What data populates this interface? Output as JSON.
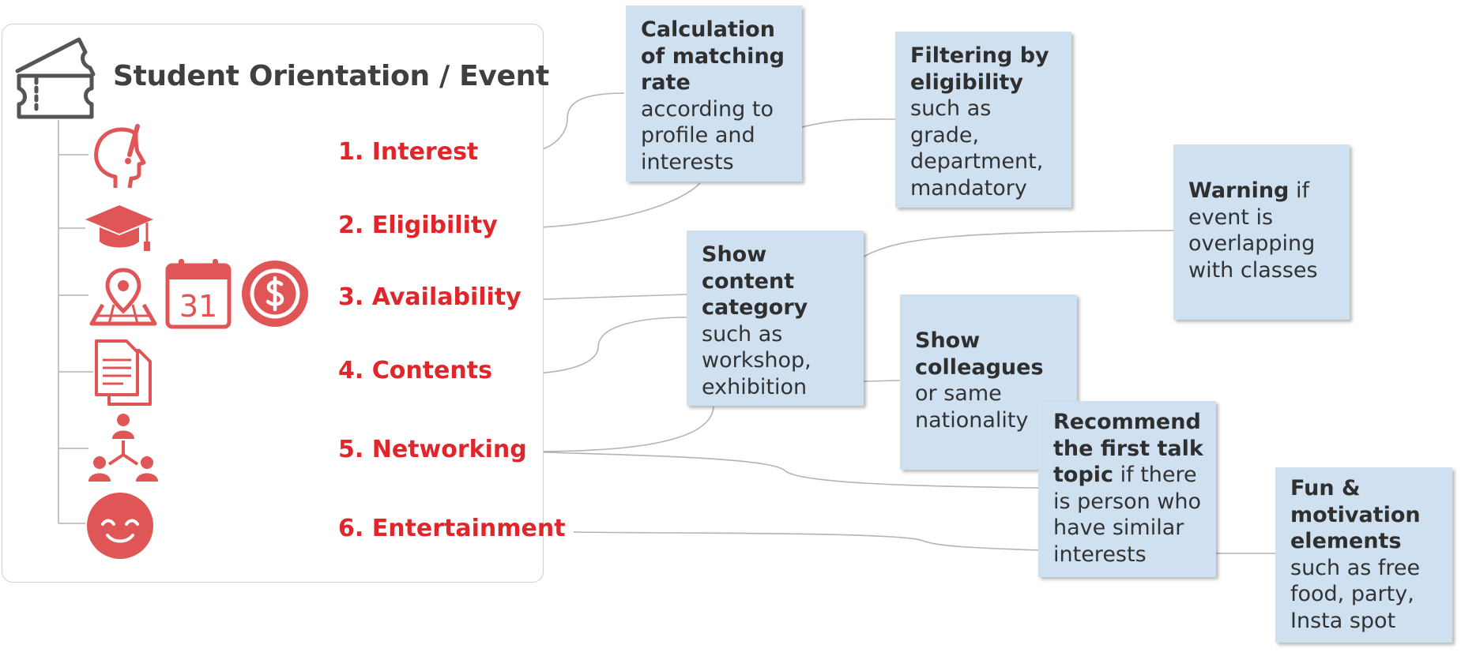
{
  "title": "Student Orientation / Event",
  "categories": {
    "c1": "1. Interest",
    "c2": "2. Eligibility",
    "c3": "3. Availability",
    "c4": "4. Contents",
    "c5": "5. Networking",
    "c6": "6. Entertainment"
  },
  "calendar_day": "31",
  "boxes": {
    "matching": {
      "bold": "Calculation of matching rate",
      "text": " according to profile and interests"
    },
    "filtering": {
      "bold": "Filtering by eligibility",
      "text": " such as grade, department, mandatory"
    },
    "warning": {
      "bold": "Warning",
      "text": " if event is overlapping with classes"
    },
    "content": {
      "bold": "Show content category",
      "text": " such as workshop, exhibition"
    },
    "colleagues": {
      "bold": "Show colleagues",
      "text": " or same nationality"
    },
    "talk": {
      "bold": "Recommend the first talk topic",
      "text": " if there is person who have similar interests"
    },
    "fun": {
      "bold": "Fun & motivation elements",
      "text": " such as free food, party, Insta spot"
    }
  },
  "icons": [
    "ticket-icon",
    "head-idea-icon",
    "graduation-cap-icon",
    "map-pin-icon",
    "calendar-icon",
    "dollar-coin-icon",
    "documents-icon",
    "network-people-icon",
    "smiley-face-icon"
  ],
  "colors": {
    "accent": "#e0262b",
    "icon": "#e05555",
    "box": "#cfe0f1",
    "connector": "#b4b4b4",
    "title": "#3f3f3f"
  }
}
